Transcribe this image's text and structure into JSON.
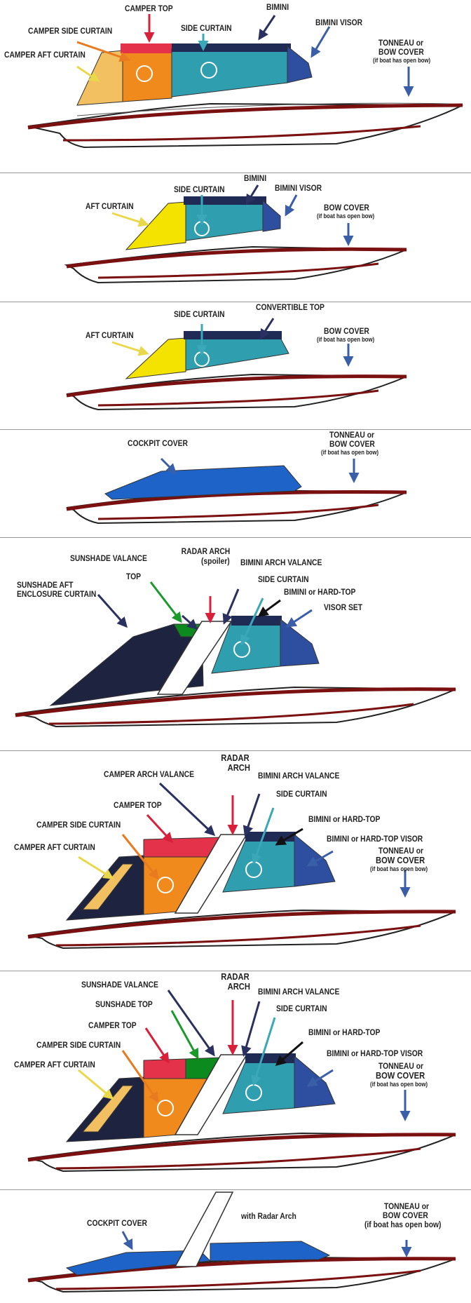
{
  "panels": [
    {
      "labels": {
        "camper_top": "CAMPER TOP",
        "bimini": "BIMINI",
        "camper_side_curtain": "CAMPER SIDE CURTAIN",
        "side_curtain": "SIDE CURTAIN",
        "bimini_visor": "BIMINI VISOR",
        "camper_aft_curtain": "CAMPER AFT CURTAIN",
        "tonneau_line1": "TONNEAU or",
        "tonneau_line2": "BOW COVER",
        "tonneau_note": "(if boat has open bow)"
      }
    },
    {
      "labels": {
        "bimini": "BIMINI",
        "side_curtain": "SIDE CURTAIN",
        "bimini_visor": "BIMINI VISOR",
        "aft_curtain": "AFT CURTAIN",
        "bow_cover": "BOW COVER",
        "bow_note": "(if boat has open bow)"
      }
    },
    {
      "labels": {
        "side_curtain": "SIDE CURTAIN",
        "convertible_top": "CONVERTIBLE TOP",
        "aft_curtain": "AFT CURTAIN",
        "bow_cover": "BOW COVER",
        "bow_note": "(if boat has open bow)"
      }
    },
    {
      "labels": {
        "cockpit_cover": "COCKPIT COVER",
        "tonneau_line1": "TONNEAU or",
        "tonneau_line2": "BOW COVER",
        "tonneau_note": "(if boat has open bow)"
      }
    },
    {
      "labels": {
        "sunshade_valance": "SUNSHADE VALANCE",
        "radar_arch_line1": "RADAR ARCH",
        "radar_arch_line2": "(spoiler)",
        "bimini_arch_valance": "BIMINI ARCH VALANCE",
        "top": "TOP",
        "side_curtain": "SIDE CURTAIN",
        "sunshade_aft_line1": "SUNSHADE AFT",
        "sunshade_aft_line2": "ENCLOSURE CURTAIN",
        "bimini_hardtop": "BIMINI or HARD-TOP",
        "visor_set": "VISOR SET"
      }
    },
    {
      "labels": {
        "radar_line1": "RADAR",
        "radar_line2": "ARCH",
        "camper_arch_valance": "CAMPER ARCH VALANCE",
        "bimini_arch_valance": "BIMINI ARCH VALANCE",
        "camper_top": "CAMPER TOP",
        "side_curtain": "SIDE CURTAIN",
        "camper_side_curtain": "CAMPER SIDE CURTAIN",
        "bimini_hardtop": "BIMINI or HARD-TOP",
        "camper_aft_curtain": "CAMPER AFT CURTAIN",
        "bimini_hardtop_visor": "BIMINI or HARD-TOP VISOR",
        "tonneau_line1": "TONNEAU or",
        "tonneau_line2": "BOW COVER",
        "tonneau_note": "(if boat has open bow)"
      }
    },
    {
      "labels": {
        "radar_line1": "RADAR",
        "radar_line2": "ARCH",
        "sunshade_valance": "SUNSHADE VALANCE",
        "bimini_arch_valance": "BIMINI ARCH VALANCE",
        "sunshade_top": "SUNSHADE TOP",
        "side_curtain": "SIDE CURTAIN",
        "camper_top": "CAMPER TOP",
        "bimini_hardtop": "BIMINI or HARD-TOP",
        "camper_side_curtain": "CAMPER SIDE CURTAIN",
        "bimini_hardtop_visor": "BIMINI or HARD-TOP VISOR",
        "camper_aft_curtain": "CAMPER AFT CURTAIN",
        "tonneau_line1": "TONNEAU or",
        "tonneau_line2": "BOW COVER",
        "tonneau_note": "(if boat has open bow)"
      }
    },
    {
      "labels": {
        "with_radar_arch": "with Radar Arch",
        "cockpit_cover": "COCKPIT COVER",
        "tonneau_line1": "TONNEAU or",
        "tonneau_line2": "BOW COVER",
        "tonneau_note": "(if boat has open bow)"
      }
    }
  ],
  "colors": {
    "camper_top": "#e3324a",
    "camper_side": "#f08a1c",
    "aft_curtain": "#f2c060",
    "yellow_curtain": "#f4e200",
    "side_curtain": "#2f9fb0",
    "bimini": "#1f2a55",
    "visor": "#2e4fa0",
    "cockpit_cover": "#1e64c8",
    "sunshade": "#1e2440",
    "green_top": "#0c8a1e",
    "hull_stripe": "#7a1010",
    "arrow_red": "#d8203a",
    "arrow_blue": "#3a5ea8",
    "arrow_yellow": "#e9d84a",
    "arrow_green": "#1a9a2a",
    "arrow_navy": "#2a3060",
    "arrow_teal": "#3aa8b8",
    "arrow_orange": "#e87a20"
  }
}
